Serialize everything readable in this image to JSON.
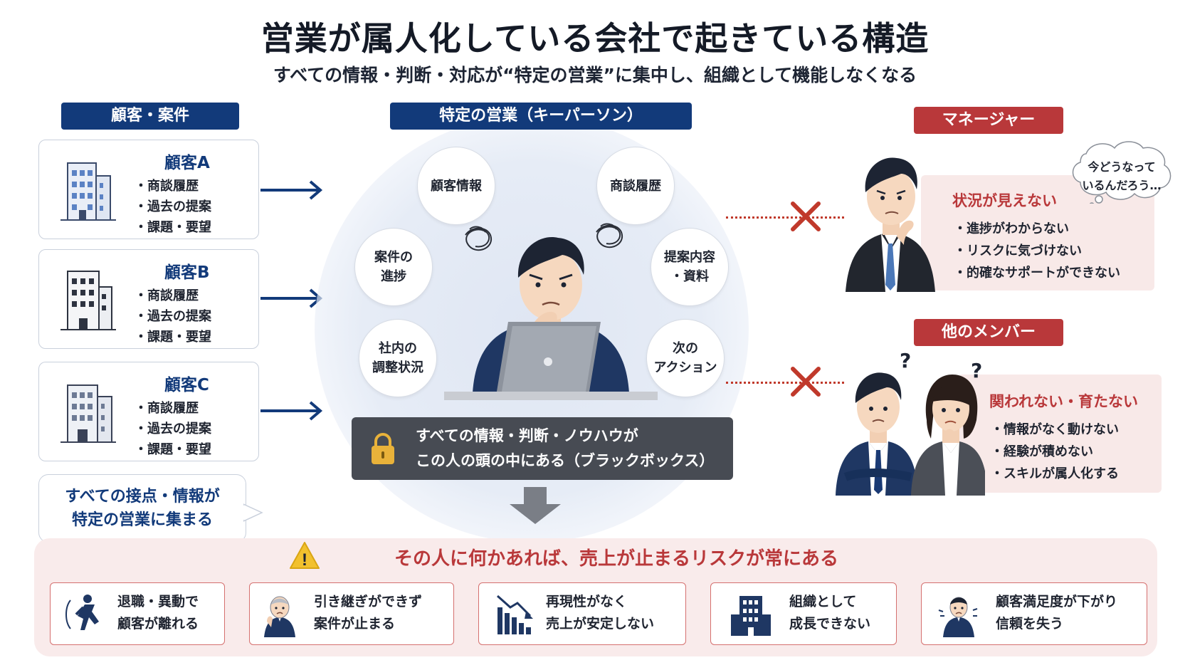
{
  "title": "営業が属人化している会社で起きている構造",
  "subtitle": "すべての情報・判断・対応が“特定の営業”に集中し、組織として機能しなくなる",
  "left": {
    "tag": "顧客・案件",
    "customers": [
      {
        "name": "顧客A",
        "items": [
          "・商談履歴",
          "・過去の提案",
          "・課題・要望"
        ]
      },
      {
        "name": "顧客B",
        "items": [
          "・商談履歴",
          "・過去の提案",
          "・課題・要望"
        ]
      },
      {
        "name": "顧客C",
        "items": [
          "・商談履歴",
          "・過去の提案",
          "・課題・要望"
        ]
      }
    ],
    "callout": [
      "すべての接点・情報が",
      "特定の営業に集まる"
    ]
  },
  "center": {
    "tag": "特定の営業（キーパーソン）",
    "bubbles": [
      {
        "label": "顧客情報"
      },
      {
        "label": "商談履歴"
      },
      {
        "label": "案件の\n進捗"
      },
      {
        "label": "提案内容\n・資料"
      },
      {
        "label": "社内の\n調整状況"
      },
      {
        "label": "次の\nアクション"
      }
    ],
    "blackbox": [
      "すべての情報・判断・ノウハウが",
      "この人の頭の中にある（ブラックボックス）"
    ]
  },
  "right": {
    "manager": {
      "tag": "マネージャー",
      "thought": [
        "今どうなって",
        "いるんだろう…"
      ],
      "head": "状況が見えない",
      "items": [
        "・進捗がわからない",
        "・リスクに気づけない",
        "・的確なサポートができない"
      ]
    },
    "members": {
      "tag": "他のメンバー",
      "head": "関われない・育たない",
      "items": [
        "・情報がなく動けない",
        "・経験が積めない",
        "・スキルが属人化する"
      ],
      "q1": "?",
      "q2": "?"
    }
  },
  "risk": {
    "head": "その人に何かあれば、売上が止まるリスクが常にある",
    "warn_symbol": "!",
    "cards": [
      {
        "lines": [
          "退職・異動で",
          "顧客が離れる"
        ],
        "icon": "person-walking-away-icon"
      },
      {
        "lines": [
          "引き継ぎができず",
          "案件が止まる"
        ],
        "icon": "troubled-person-icon"
      },
      {
        "lines": [
          "再現性がなく",
          "売上が安定しない"
        ],
        "icon": "declining-chart-icon"
      },
      {
        "lines": [
          "組織として",
          "成長できない"
        ],
        "icon": "office-building-icon"
      },
      {
        "lines": [
          "顧客満足度が下がり",
          "信頼を失う"
        ],
        "icon": "worried-customer-icon"
      }
    ]
  },
  "colors": {
    "navy": "#123a7a",
    "red": "#b9383a",
    "panel": "#f8e9e8",
    "dark_box": "#474b53"
  }
}
